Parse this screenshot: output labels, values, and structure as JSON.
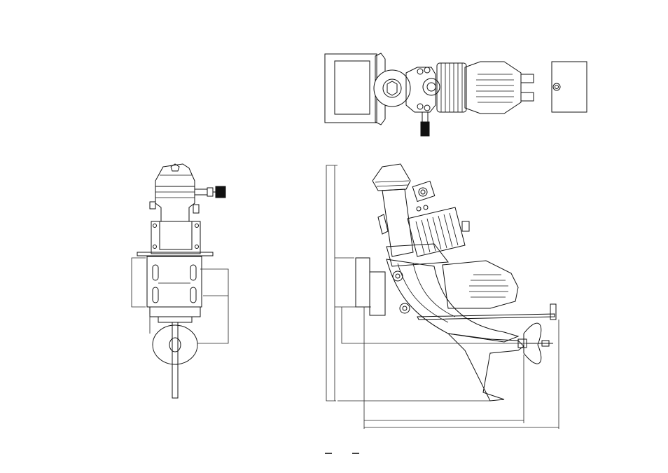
{
  "drawing": {
    "views": [
      {
        "id": "top-view",
        "label": ""
      },
      {
        "id": "front-view",
        "label": ""
      },
      {
        "id": "side-view",
        "label": ""
      }
    ],
    "footer_marks": [
      "",
      ""
    ]
  },
  "colors": {
    "line": "#111111",
    "background": "#ffffff"
  }
}
